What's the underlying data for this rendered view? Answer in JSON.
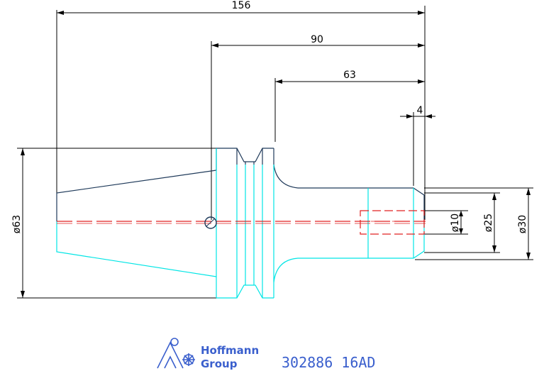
{
  "dimensions": {
    "overall_length": "156",
    "length_from_flange": "90",
    "length_from_collar": "63",
    "end_step": "4",
    "flange_diameter": "ø63",
    "bore_diameter": "ø10",
    "shank_neck_diameter": "ø25",
    "shank_diameter": "ø30"
  },
  "logo": {
    "brand_line1": "Hoffmann",
    "brand_line2": "Group"
  },
  "part_code": "302886  16AD",
  "colors": {
    "outline_dark": "#1f3a5a",
    "outline_cyan": "#00e5e5",
    "centerline_red": "#e02020",
    "dimension": "#000000",
    "brand_blue": "#3a5fcd"
  }
}
